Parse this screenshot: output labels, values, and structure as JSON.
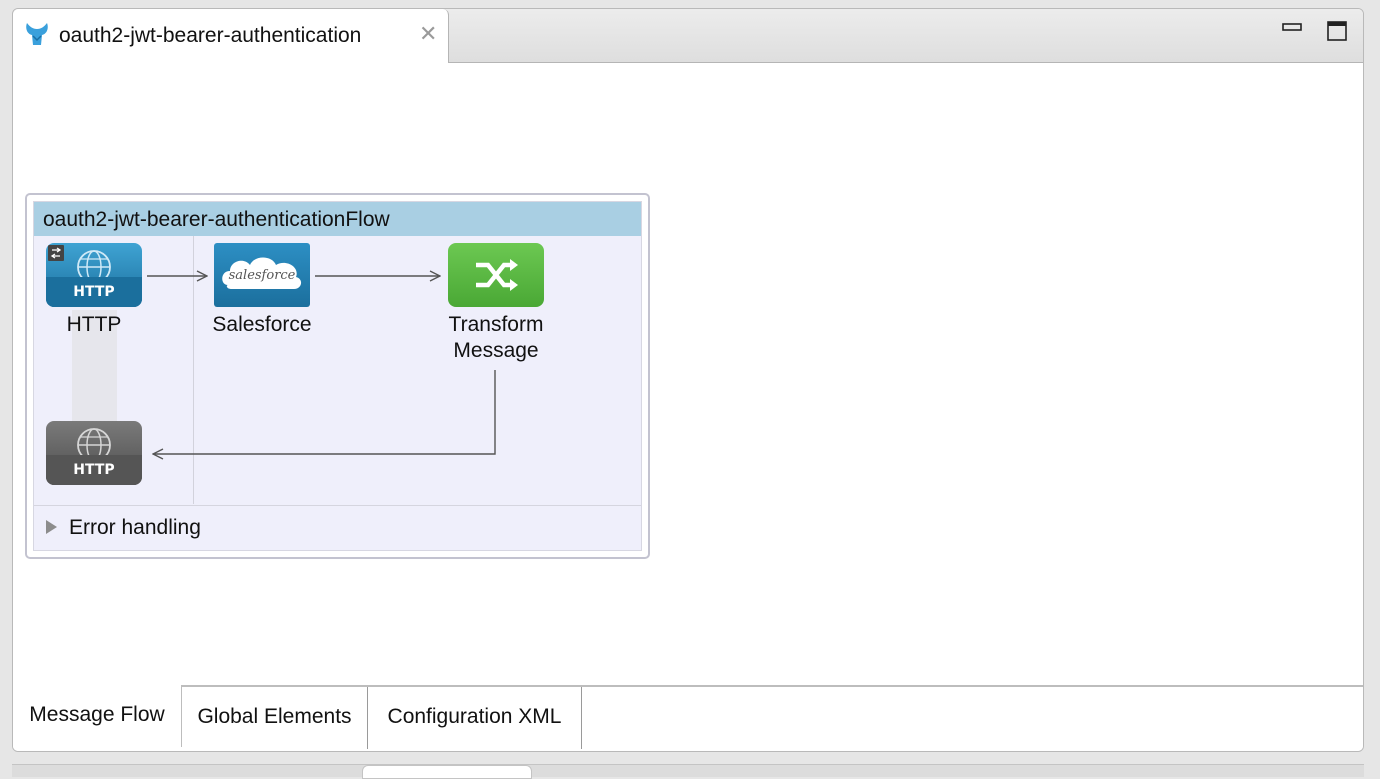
{
  "editor": {
    "tab_title": "oauth2-jwt-bearer-authentication",
    "close_symbol": "✕"
  },
  "flow": {
    "name": "oauth2-jwt-bearer-authenticationFlow",
    "nodes": {
      "http_source": {
        "label": "HTTP",
        "icon_text": "HTTP",
        "icon": "globe-icon"
      },
      "salesforce": {
        "label": "Salesforce",
        "icon_text": "salesforce",
        "icon": "salesforce-cloud-icon"
      },
      "transform": {
        "label_line1": "Transform",
        "label_line2": "Message",
        "icon": "shuffle-icon"
      },
      "http_response": {
        "icon_text": "HTTP",
        "icon": "globe-icon"
      }
    },
    "error_handling": "Error handling"
  },
  "bottom_tabs": [
    {
      "label": "Message Flow",
      "active": true
    },
    {
      "label": "Global Elements",
      "active": false
    },
    {
      "label": "Configuration XML",
      "active": false
    }
  ],
  "colors": {
    "flow_header": "#a9cfe3",
    "flow_body": "#efeffb",
    "http_blue": "#1f7fb0",
    "salesforce_blue": "#1f7fb0",
    "transform_green": "#5cb843",
    "http_gray": "#6a6a6a"
  }
}
